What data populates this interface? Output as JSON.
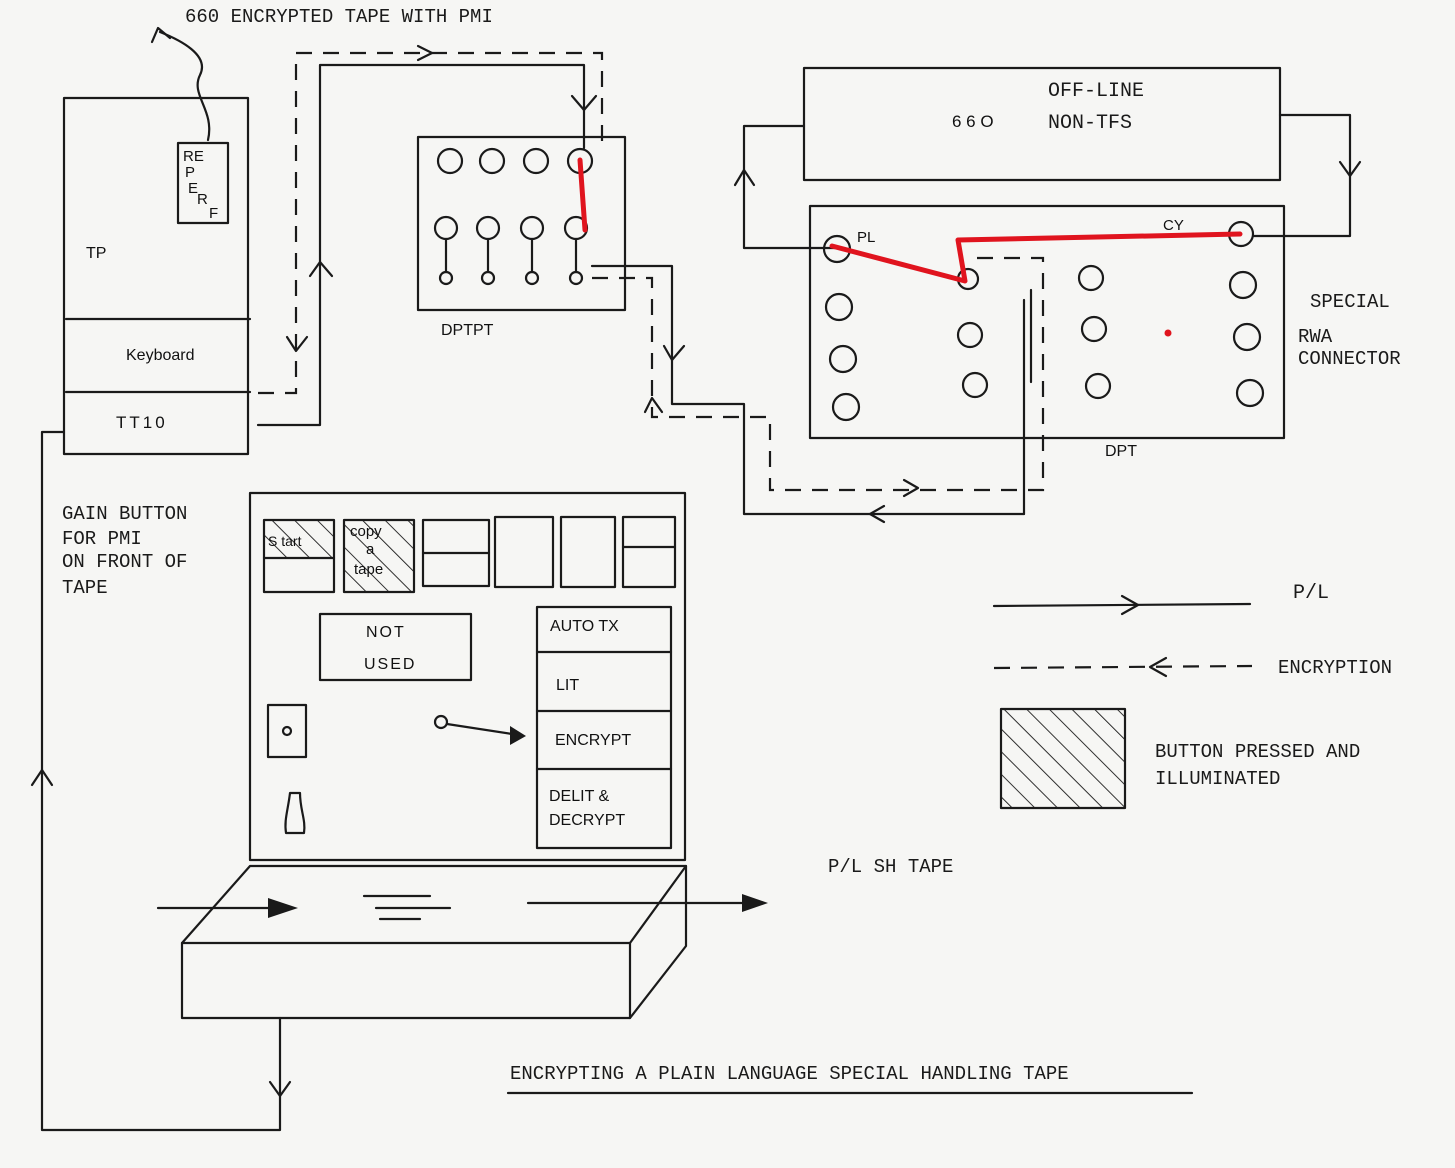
{
  "title": "ENCRYPTING  A PLAIN LANGUAGE SPECIAL HANDLING TAPE",
  "top_note": "660 ENCRYPTED TAPE WITH PMI",
  "teleprinter": {
    "reperf_label": [
      "RE",
      "P",
      "E",
      "R",
      "F"
    ],
    "tp_label": "TP",
    "keyboard_label": "Keyboard",
    "unit_label": "TT10"
  },
  "dptpt_label": "DPTPT",
  "offline_box": {
    "number": "6 6 O",
    "line1": "OFF-LINE",
    "line2": "NON-TFS"
  },
  "connector": {
    "pl_label": "PL",
    "cy_label": "CY",
    "dpt_label": "DPT",
    "side_label": [
      "SPECIAL",
      "RWA",
      "CONNECTOR"
    ]
  },
  "gain_note": [
    "GAIN BUTTON",
    "FOR PMI",
    "ON FRONT OF",
    "TAPE"
  ],
  "console": {
    "start_label": "S tart",
    "copy_label": [
      "copy",
      "a",
      "tape"
    ],
    "not_used_label": [
      "NOT",
      "USED"
    ],
    "mode_buttons": [
      "AUTO TX",
      "LIT",
      "ENCRYPT",
      "DELIT &",
      "DECRYPT"
    ]
  },
  "output_label": "P/L SH TAPE",
  "legend": {
    "pl_label": "P/L",
    "encryption_label": "ENCRYPTION",
    "pressed_label": [
      "BUTTON PRESSED AND",
      "ILLUMINATED"
    ]
  },
  "colors": {
    "ink": "#1a1a1a",
    "patch": "#e0141e",
    "paper": "#f6f6f4"
  }
}
